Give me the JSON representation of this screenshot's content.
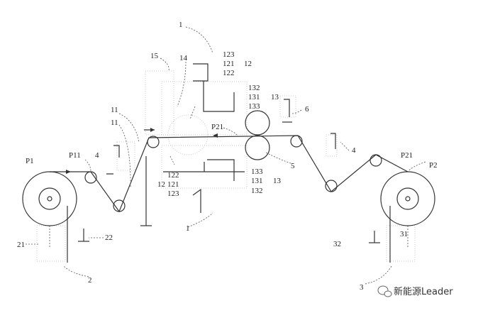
{
  "labels": {
    "l1_top": "1",
    "l1_bottom": "1",
    "l15": "15",
    "l14": "14",
    "l123_top": "123",
    "l121_top": "121",
    "l122_top": "122",
    "l12_top": "12",
    "l132_top": "132",
    "l131_top": "131",
    "l133_top": "133",
    "l13_top": "13",
    "l6": "6",
    "l11_a": "11",
    "l11_b": "11",
    "lP21_mid": "P21",
    "lP21_right": "P21",
    "lP1": "P1",
    "lP11": "P11",
    "lP2": "P2",
    "l4_left": "4",
    "l4_right": "4",
    "l5": "5",
    "l122_bot": "122",
    "l121_bot": "121",
    "l123_bot": "123",
    "l12_bot": "12",
    "l133_bot": "133",
    "l131_bot": "131",
    "l132_bot": "132",
    "l13_bot": "13",
    "l21": "21",
    "l22": "22",
    "l2": "2",
    "l32": "32",
    "l31": "31",
    "l3": "3"
  },
  "watermark": {
    "icon": "wechat-icon",
    "text": "新能源Leader"
  }
}
